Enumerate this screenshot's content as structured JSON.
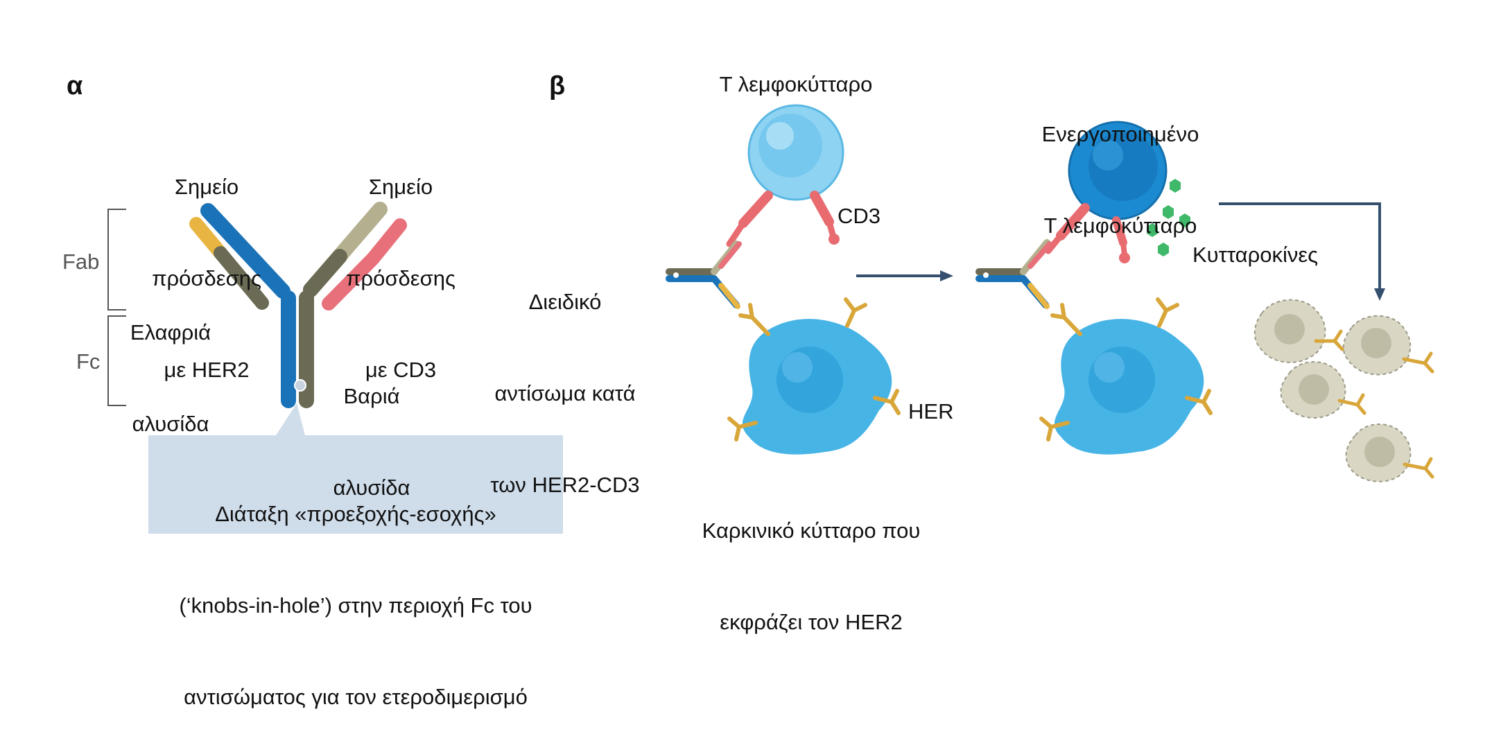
{
  "panel_a": {
    "letter": "α",
    "her2_site": [
      "Σημείο",
      "πρόσδεσης",
      "με HER2"
    ],
    "cd3_site": [
      "Σημείο",
      "πρόσδεσης",
      "με CD3"
    ],
    "fab": "Fab",
    "fc": "Fc",
    "light_chain": [
      "Ελαφριά",
      "αλυσίδα"
    ],
    "heavy_chain": [
      "Βαριά",
      "αλυσίδα"
    ],
    "callout": [
      "Διάταξη «προεξοχής-εσοχής»",
      "(‘knobs-in-hole’) στην περιοχή Fc του",
      "αντισώματος για τον ετεροδιμερισμό"
    ]
  },
  "panel_b": {
    "letter": "β",
    "t_cell": "Τ λεμφοκύτταρο",
    "activated_t_cell": [
      "Ενεργοποιημένο",
      "Τ λεμφοκύτταρο"
    ],
    "antibody": [
      "Διειδικό",
      "αντίσωμα κατά",
      "των HER2-CD3"
    ],
    "cd3": "CD3",
    "her": "HER",
    "cancer_cell": [
      "Καρκινικό κύτταρο που",
      "εκφράζει τον HER2"
    ],
    "cytokines": "Κυτταροκίνες"
  },
  "colors": {
    "blue_chain": "#1a73b8",
    "olive_chain": "#6b6b55",
    "yellow_light": "#e8b542",
    "red_light": "#e8707a",
    "tan_light": "#b4b08f",
    "cell_blue": "#47b4e6",
    "t_cell_blue": "#8fd3f2",
    "activated_blue": "#1c8ad0",
    "receptor_gold": "#d9a63a",
    "cd3_red": "#e86b70",
    "cytokine_green": "#3fb86a",
    "dead_cell": "#d9d7c4",
    "arrow": "#34506e",
    "callout_bg": "#cfdcea"
  }
}
